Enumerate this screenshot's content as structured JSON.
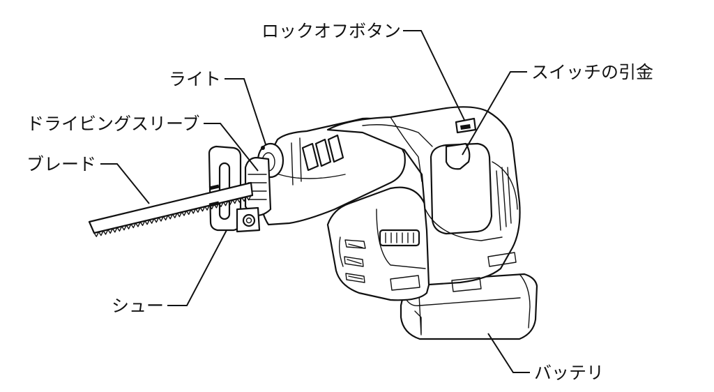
{
  "labels": {
    "lock_off_button": "ロックオフボタン",
    "switch_trigger": "スイッチの引金",
    "light": "ライト",
    "driving_sleeve": "ドライビングスリーブ",
    "blade": "ブレード",
    "shoe": "シュー",
    "battery": "バッテリ"
  }
}
